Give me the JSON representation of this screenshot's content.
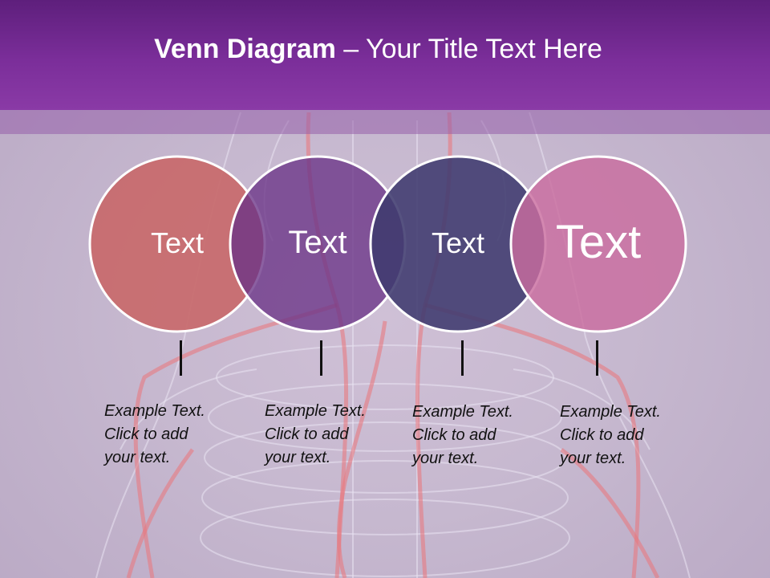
{
  "title": {
    "bold": "Venn Diagram",
    "rest": " – Your Title Text Here"
  },
  "colors": {
    "header": "#7b2e9a",
    "circle_1": "#c8696b",
    "circle_2": "#6a3386",
    "circle_3": "#3f3a6e",
    "circle_4": "#c96d9f",
    "circle_stroke": "#ffffff"
  },
  "circles": [
    {
      "label": "Text",
      "caption": "Example Text.\nClick  to add\nyour text."
    },
    {
      "label": "Text",
      "caption": "Example Text.\nClick  to add\nyour text."
    },
    {
      "label": "Text",
      "caption": "Example Text.\nClick  to add\nyour text."
    },
    {
      "label": "Text",
      "caption": "Example Text.\nClick  to add\nyour text."
    }
  ]
}
